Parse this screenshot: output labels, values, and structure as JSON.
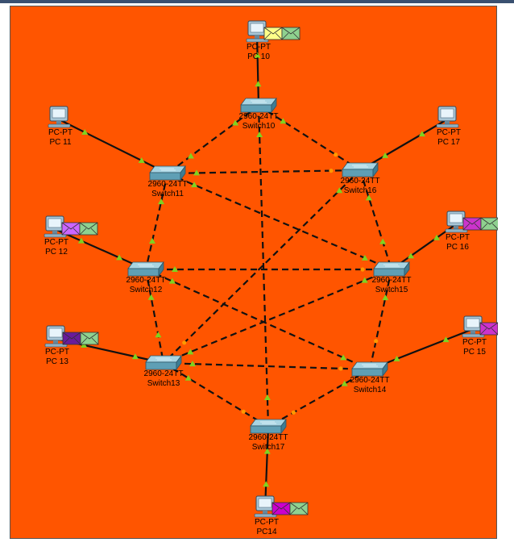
{
  "colors": {
    "workspace_background": "#ff5500",
    "link_up_indicator": "#7ed321",
    "link_amber_indicator": "#ff9900",
    "switch_body": "#5f9fb5",
    "envelope_green": "#8fd18f"
  },
  "devices": {
    "pc10": {
      "type_label": "PC-PT",
      "name": "PC 10",
      "icon": "desktop-pc-icon"
    },
    "pc11": {
      "type_label": "PC-PT",
      "name": "PC 11",
      "icon": "desktop-pc-icon"
    },
    "pc12": {
      "type_label": "PC-PT",
      "name": "PC 12",
      "icon": "desktop-pc-icon"
    },
    "pc13": {
      "type_label": "PC-PT",
      "name": "PC 13",
      "icon": "desktop-pc-icon"
    },
    "pc14": {
      "type_label": "PC-PT",
      "name": "PC14",
      "icon": "desktop-pc-icon"
    },
    "pc15": {
      "type_label": "PC-PT",
      "name": "PC 15",
      "icon": "desktop-pc-icon"
    },
    "pc16": {
      "type_label": "PC-PT",
      "name": "PC 16",
      "icon": "desktop-pc-icon"
    },
    "pc17": {
      "type_label": "PC-PT",
      "name": "PC 17",
      "icon": "desktop-pc-icon"
    },
    "switch10": {
      "type_label": "2960-24TT",
      "name": "Switch10",
      "icon": "switch-icon"
    },
    "switch11": {
      "type_label": "2960-24TT",
      "name": "Switch11",
      "icon": "switch-icon"
    },
    "switch12": {
      "type_label": "2960-24TT",
      "name": "Switch12",
      "icon": "switch-icon"
    },
    "switch13": {
      "type_label": "2960-24TT",
      "name": "Switch13",
      "icon": "switch-icon"
    },
    "switch14": {
      "type_label": "2960-24TT",
      "name": "Switch14",
      "icon": "switch-icon"
    },
    "switch15": {
      "type_label": "2960-24TT",
      "name": "Switch15",
      "icon": "switch-icon"
    },
    "switch16": {
      "type_label": "2960-24TT",
      "name": "Switch16",
      "icon": "switch-icon"
    },
    "switch17": {
      "type_label": "2960-24TT",
      "name": "Switch17",
      "icon": "switch-icon"
    }
  },
  "pdus": [
    {
      "device": "pc10",
      "left_color": "#ffff88",
      "right_color": "#8fd18f"
    },
    {
      "device": "pc12",
      "left_color": "#cc66ff",
      "right_color": "#8fd18f"
    },
    {
      "device": "pc13",
      "left_color": "#6a1b9a",
      "right_color": "#8fd18f"
    },
    {
      "device": "pc14",
      "left_color": "#cc00cc",
      "right_color": "#8fd18f"
    },
    {
      "device": "pc15",
      "left_color": "#cc33cc",
      "right_color": "#8fd18f"
    },
    {
      "device": "pc16",
      "left_color": "#cc33cc",
      "right_color": "#8fd18f"
    }
  ],
  "links": [
    {
      "from": "pc10",
      "to": "switch10",
      "style": "straight"
    },
    {
      "from": "pc11",
      "to": "switch11",
      "style": "straight"
    },
    {
      "from": "pc12",
      "to": "switch12",
      "style": "straight"
    },
    {
      "from": "pc13",
      "to": "switch13",
      "style": "straight"
    },
    {
      "from": "pc14",
      "to": "switch17",
      "style": "straight"
    },
    {
      "from": "pc15",
      "to": "switch14",
      "style": "straight"
    },
    {
      "from": "pc16",
      "to": "switch15",
      "style": "straight"
    },
    {
      "from": "pc17",
      "to": "switch16",
      "style": "straight"
    },
    {
      "from": "switch10",
      "to": "switch11",
      "style": "crossover"
    },
    {
      "from": "switch10",
      "to": "switch16",
      "style": "crossover"
    },
    {
      "from": "switch10",
      "to": "switch17",
      "style": "crossover"
    },
    {
      "from": "switch11",
      "to": "switch16",
      "style": "crossover"
    },
    {
      "from": "switch11",
      "to": "switch12",
      "style": "crossover"
    },
    {
      "from": "switch11",
      "to": "switch15",
      "style": "crossover"
    },
    {
      "from": "switch16",
      "to": "switch15",
      "style": "crossover"
    },
    {
      "from": "switch16",
      "to": "switch13",
      "style": "crossover"
    },
    {
      "from": "switch12",
      "to": "switch15",
      "style": "crossover"
    },
    {
      "from": "switch12",
      "to": "switch13",
      "style": "crossover"
    },
    {
      "from": "switch12",
      "to": "switch14",
      "style": "crossover"
    },
    {
      "from": "switch15",
      "to": "switch14",
      "style": "crossover"
    },
    {
      "from": "switch15",
      "to": "switch13",
      "style": "crossover"
    },
    {
      "from": "switch13",
      "to": "switch14",
      "style": "crossover"
    },
    {
      "from": "switch13",
      "to": "switch17",
      "style": "crossover"
    },
    {
      "from": "switch14",
      "to": "switch17",
      "style": "crossover"
    }
  ]
}
